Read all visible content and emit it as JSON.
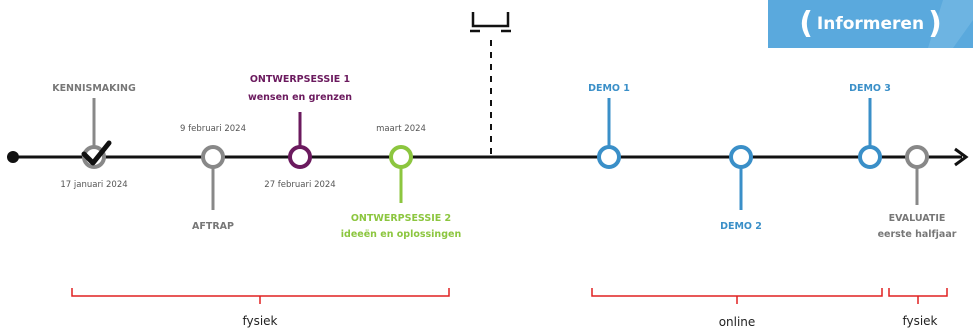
{
  "badge": {
    "open": "(",
    "label": "Informeren",
    "close": ")"
  },
  "milestones": [
    {
      "id": "kennismaking",
      "title": "KENNISMAKING",
      "date": "17 januari 2024",
      "color": "#888888"
    },
    {
      "id": "aftrap",
      "title": "AFTRAP",
      "date": "9 februari 2024",
      "color": "#888888"
    },
    {
      "id": "ontwerpsessie1",
      "title": "ONTWERPSESSIE 1",
      "subtitle": "wensen en grenzen",
      "date": "27 februari 2024",
      "color": "#6b1a5e"
    },
    {
      "id": "ontwerpsessie2",
      "title": "ONTWERPSESSIE 2",
      "subtitle": "ideeën en oplossingen",
      "date": "maart 2024",
      "color": "#8cc63f"
    },
    {
      "id": "demo1",
      "title": "DEMO 1",
      "color": "#3a8fc8"
    },
    {
      "id": "demo2",
      "title": "DEMO 2",
      "color": "#3a8fc8"
    },
    {
      "id": "demo3",
      "title": "DEMO 3",
      "color": "#3a8fc8"
    },
    {
      "id": "evaluatie",
      "title": "EVALUATIE",
      "subtitle": "eerste halfjaar",
      "color": "#888888"
    }
  ],
  "brackets": [
    {
      "label": "fysiek"
    },
    {
      "label": "online"
    },
    {
      "label": "fysiek"
    }
  ],
  "colors": {
    "axis": "#111111",
    "bracket": "#e02020",
    "badge": "#5aa9dd"
  }
}
